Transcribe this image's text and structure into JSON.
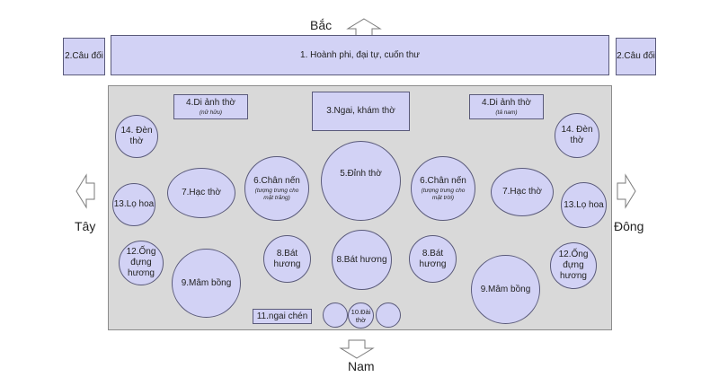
{
  "directions": {
    "north": "Bắc",
    "south": "Nam",
    "west": "Tây",
    "east": "Đông"
  },
  "items": {
    "cau_doi_left": "2.Câu đối",
    "cau_doi_right": "2.Câu đối",
    "hoanh_phi": "1. Hoành phi, đại tự, cuốn thư",
    "di_anh_left": "4.Di ảnh thờ",
    "di_anh_left_sub": "(nữ hữu)",
    "ngai": "3.Ngai, khám thờ",
    "di_anh_right": "4.Di ảnh thờ",
    "di_anh_right_sub": "(tả nam)",
    "den_tho_left": "14. Đèn thờ",
    "den_tho_right": "14. Đèn thờ",
    "lo_hoa_left": "13.Lọ hoa",
    "lo_hoa_right": "13.Lọ hoa",
    "hac_tho_left": "7.Hạc thờ",
    "hac_tho_right": "7.Hạc thờ",
    "chan_nen_left": "6.Chân nến",
    "chan_nen_left_sub": "(tượng trưng cho mặt trăng)",
    "chan_nen_right": "6.Chân nến",
    "chan_nen_right_sub": "(tượng trưng cho mặt trời)",
    "dinh_tho": "5.Đỉnh thờ",
    "ong_dung_huong_left": "12.Ống đựng hương",
    "ong_dung_huong_right": "12.Ống đựng hương",
    "mam_bong_left": "9.Mâm bồng",
    "mam_bong_right": "9.Mâm bồng",
    "bat_huong_left": "8.Bát hương",
    "bat_huong_center": "8.Bát hương",
    "bat_huong_right": "8.Bát hương",
    "ngai_chen": "11.ngai chén",
    "dai_tho": "10.Đài thờ"
  },
  "colors": {
    "shape_fill": "#d2d2f5",
    "shape_stroke": "#5a5a7a",
    "room_fill": "#d9d9d9",
    "arrow_fill": "#ffffff",
    "arrow_stroke": "#7a7a7a"
  }
}
